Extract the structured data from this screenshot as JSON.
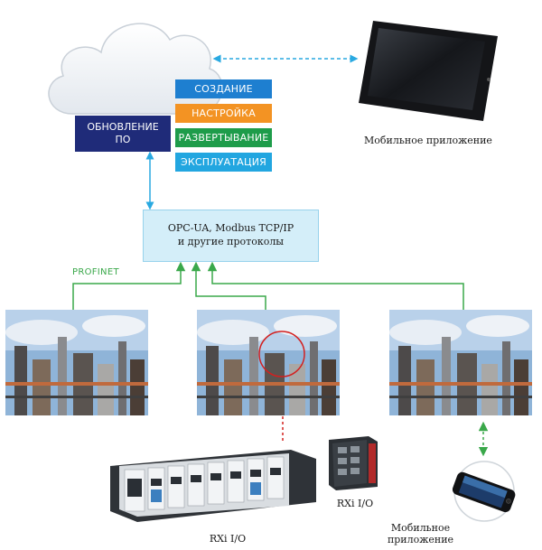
{
  "cloud": {
    "update_label_1": "ОБНОВЛЕНИЕ",
    "update_label_2": "ПО"
  },
  "stages": [
    {
      "label": "СОЗДАНИЕ",
      "color": "#1e7fd0"
    },
    {
      "label": "НАСТРОЙКА",
      "color": "#f39323"
    },
    {
      "label": "РАЗВЕРТЫВАНИЕ",
      "color": "#1e9c4a"
    },
    {
      "label": "ЭКСПЛУАТАЦИЯ",
      "color": "#22a6e0"
    }
  ],
  "protocols": {
    "line1": "OPC-UA, Modbus TCP/IP",
    "line2": "и другие протоколы"
  },
  "profinet": "PROFINET",
  "tablet_caption": "Мобильное приложение",
  "rack_caption": "RXi I/O",
  "small_device_caption": "RXi I/O",
  "phone_caption_1": "Мобильное",
  "phone_caption_2": "приложение",
  "colors": {
    "cyan_link": "#29a9e1",
    "green_link": "#3aa84a",
    "red_link": "#d3201f",
    "navy": "#1f2b79"
  }
}
